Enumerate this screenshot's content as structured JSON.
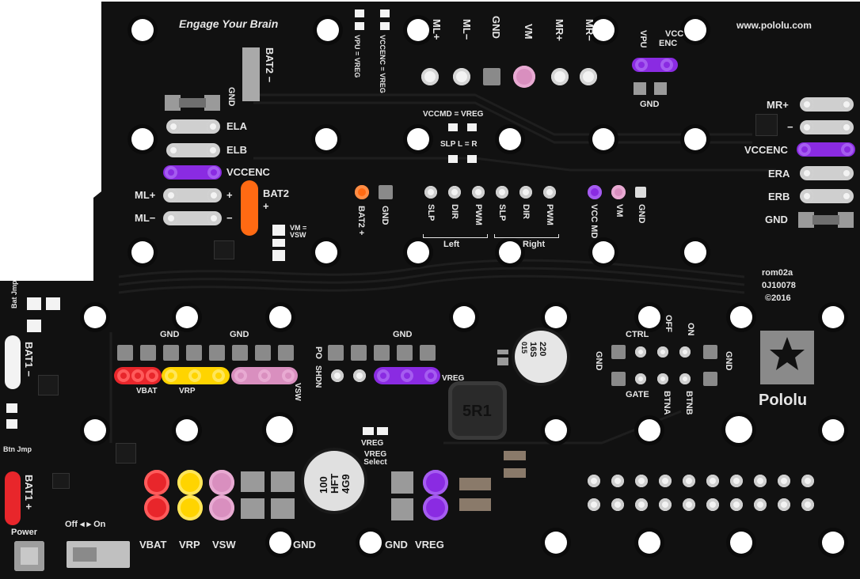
{
  "board": {
    "tagline": "Engage Your Brain",
    "website": "www.pololu.com",
    "brand": "Pololu",
    "revision": [
      "rom02a",
      "0J10078",
      "©2016"
    ],
    "colors": {
      "pcb": "#111111",
      "silk": "#e6e6e6",
      "purple": "#8a2be2",
      "pink": "#d98fbf",
      "red": "#e8262b",
      "yellow": "#ffd400",
      "orange": "#ff6a13",
      "pad": "#f3f3f3",
      "smd": "#9a9a9a"
    }
  },
  "labels": {
    "ml_plus": "ML+",
    "ml_minus": "ML−",
    "gnd": "GND",
    "vm": "VM",
    "mr_plus": "MR+",
    "mr_minus": "MR−",
    "vpu": "VPU",
    "vccenc": "VCCENC",
    "vcc": "VCC",
    "enc": "ENC",
    "bat2_minus": "BAT2 −",
    "bat2": "BAT2",
    "bat2_plus": "BAT2 +",
    "plus": "+",
    "minus": "−",
    "ela": "ELA",
    "elb": "ELB",
    "era": "ERA",
    "erb": "ERB",
    "vpu_vreg": "VPU = VREG",
    "vccenc_vreg": "VCCENC = VREG",
    "vccmd_vreg": "VCCMD = VREG",
    "slp": "SLP",
    "dir": "DIR",
    "pwm": "PWM",
    "left": "Left",
    "right": "Right",
    "vcc_md": "VCC MD",
    "slr": "SLP L = R",
    "vm_vsw": "VM = VSW",
    "bat_jmp": "Bat Jmp",
    "btn_jmp": "Btn Jmp",
    "bat1_minus": "BAT1 −",
    "bat1_plus": "BAT1 +",
    "vbat": "VBAT",
    "vrp": "VRP",
    "vsw": "VSW",
    "vreg": "VREG",
    "vreg_select": "VREG Select",
    "po": "PO",
    "shdn": "SHDN",
    "ctrl": "CTRL",
    "off": "OFF",
    "on": "ON",
    "gate": "GATE",
    "btna": "BTNA",
    "btnb": "BTNB",
    "power": "Power",
    "off_on": "Off ◂ ▸ On",
    "inductor": "5R1",
    "cap_large": [
      "100",
      "HFT",
      "4G9"
    ],
    "cap_small": [
      "220",
      "16S",
      "015"
    ]
  }
}
